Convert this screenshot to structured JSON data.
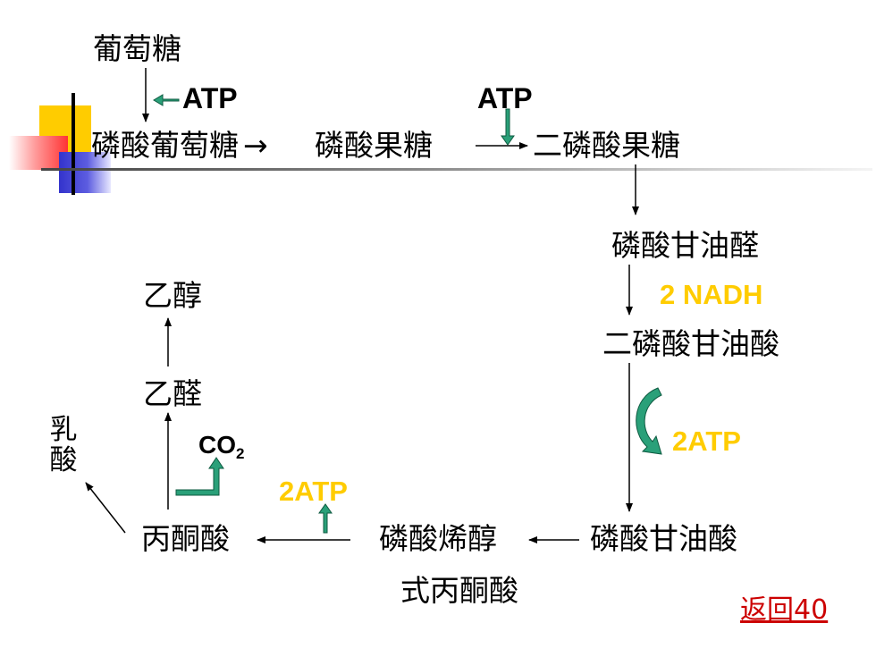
{
  "colors": {
    "energy_yellow": "#ffcc00",
    "arrow_green": "#2aa079",
    "link_red": "#cc0000",
    "deco_yellow": "#ffcc00",
    "deco_red": "#ff3333",
    "deco_blue": "#3333cc"
  },
  "nodes": {
    "glucose": "葡萄糖",
    "glucose_phosphate": "磷酸葡萄糖",
    "fructose_phosphate": "磷酸果糖",
    "fructose_bisphosphate": "二磷酸果糖",
    "glyceraldehyde_phosphate": "磷酸甘油醛",
    "bisphosphoglycerate": "二磷酸甘油酸",
    "phosphoglycerate": "磷酸甘油酸",
    "pep_line1": "磷酸烯醇",
    "pep_line2": "式丙酮酸",
    "pyruvate": "丙酮酸",
    "acetaldehyde": "乙醛",
    "ethanol": "乙醇",
    "lactate": "乳酸"
  },
  "inline_arrow": "→",
  "labels": {
    "atp_1": "ATP",
    "atp_2": "ATP",
    "nadh": "2 NADH",
    "atp_3": "2ATP",
    "atp_4": "2ATP",
    "co2_main": "CO",
    "co2_sub": "2"
  },
  "nav": {
    "back_link": "返回40"
  }
}
